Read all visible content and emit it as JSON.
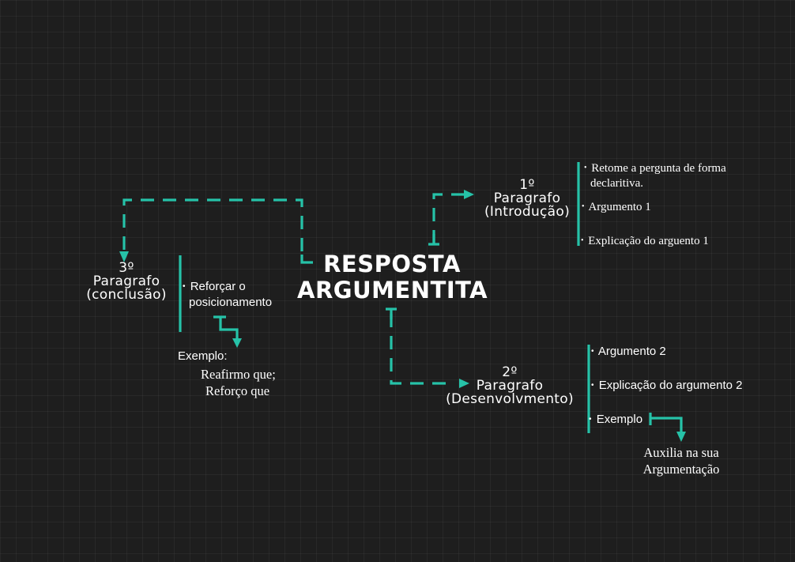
{
  "diagram": {
    "accent_color": "#26c2a8",
    "central_topic": {
      "line1": "RESPOSTA",
      "line2": "ARGUMENTITA"
    },
    "paragraph1": {
      "number": "1º",
      "label": "Paragrafo",
      "sub": "(Introdução)",
      "items": [
        {
          "bullet": "•",
          "text": "Retome a pergunta de forma",
          "cont": "declaritiva."
        },
        {
          "bullet": "•",
          "text": "Argumento 1"
        },
        {
          "bullet": "•",
          "text": "Explicação do arguento 1"
        }
      ]
    },
    "paragraph2": {
      "number": "2º",
      "label": "Paragrafo",
      "sub": "(Desenvolvmento)",
      "items": [
        {
          "bullet": "•",
          "text": "Argumento 2"
        },
        {
          "bullet": "•",
          "text": "Explicação do argumento 2"
        },
        {
          "bullet": "•",
          "text": "Exemplo"
        }
      ],
      "example_note": {
        "line1": "Auxilia na sua",
        "line2": "Argumentação"
      }
    },
    "paragraph3": {
      "number": "3º",
      "label": "Paragrafo",
      "sub": "(conclusão)",
      "items": [
        {
          "bullet": "•",
          "text": "Reforçar o",
          "cont": "posicionamento"
        }
      ],
      "example_label": "Exemplo:",
      "example_lines": [
        "Reafirmo que;",
        "Reforço que"
      ]
    }
  }
}
